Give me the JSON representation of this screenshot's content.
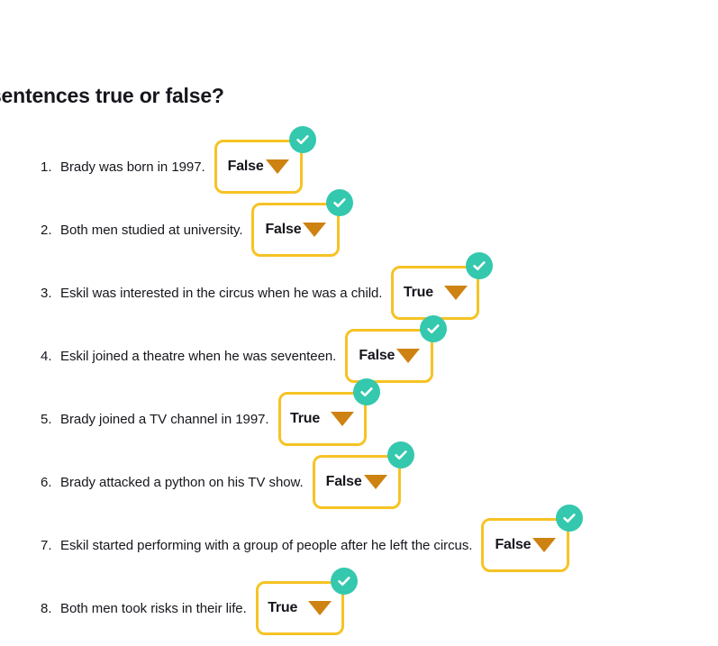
{
  "page": {
    "title": "ese sentences true or false?",
    "background_color": "#ffffff",
    "text_color": "#16161d"
  },
  "theme": {
    "box_border_color": "#F6C324",
    "caret_color": "#CE8211",
    "badge_color": "#34C8AE",
    "badge_check_color": "#ffffff"
  },
  "exercise": {
    "dropdown_options": [
      "True",
      "False"
    ],
    "questions": [
      {
        "number": "1.",
        "text": "Brady was born in 1997.",
        "answer": "False",
        "status_icon": "check-circle-icon",
        "answer_name": "answer-dropdown-1"
      },
      {
        "number": "2.",
        "text": "Both men studied at university.",
        "answer": "False",
        "status_icon": "check-circle-icon",
        "answer_name": "answer-dropdown-2"
      },
      {
        "number": "3.",
        "text": "Eskil was interested in the circus when he was a child.",
        "answer": "True",
        "status_icon": "check-circle-icon",
        "answer_name": "answer-dropdown-3"
      },
      {
        "number": "4.",
        "text": "Eskil joined a theatre when he was seventeen.",
        "answer": "False",
        "status_icon": "check-circle-icon",
        "answer_name": "answer-dropdown-4"
      },
      {
        "number": "5.",
        "text": "Brady joined a TV channel in 1997.",
        "answer": "True",
        "status_icon": "check-circle-icon",
        "answer_name": "answer-dropdown-5"
      },
      {
        "number": "6.",
        "text": "Brady attacked a python on his TV show.",
        "answer": "False",
        "status_icon": "check-circle-icon",
        "answer_name": "answer-dropdown-6"
      },
      {
        "number": "7.",
        "text": "Eskil started performing with a group of people after he left the circus.",
        "answer": "False",
        "status_icon": "check-circle-icon",
        "answer_name": "answer-dropdown-7"
      },
      {
        "number": "8.",
        "text": "Both men took risks in their life.",
        "answer": "True",
        "status_icon": "check-circle-icon",
        "answer_name": "answer-dropdown-8"
      }
    ]
  }
}
